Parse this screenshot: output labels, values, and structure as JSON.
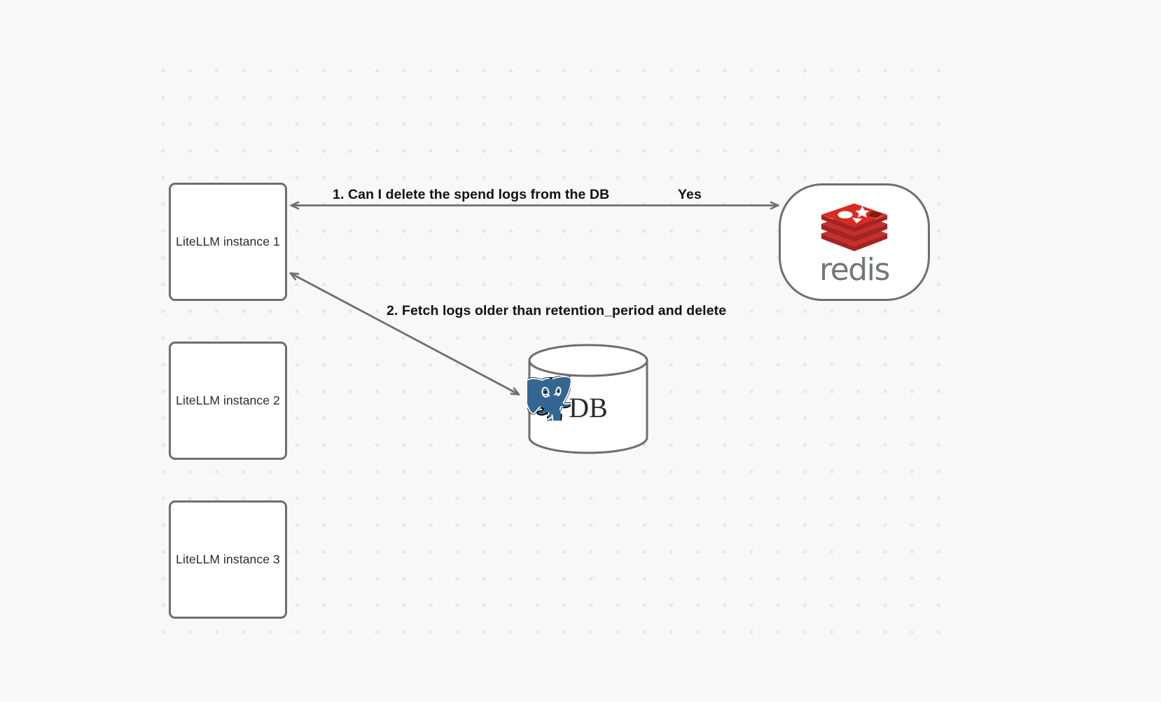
{
  "canvas": {
    "background_color": "#f8f8f9",
    "dot_color": "#e7e8ea"
  },
  "nodes": {
    "instances": [
      {
        "id": "litellm-instance-1",
        "label": "LiteLLM instance 1"
      },
      {
        "id": "litellm-instance-2",
        "label": "LiteLLM instance 2"
      },
      {
        "id": "litellm-instance-3",
        "label": "LiteLLM instance 3"
      }
    ],
    "cache": {
      "id": "redis-node",
      "label": "redis",
      "icon": "redis-logo-icon",
      "brand_color": "#c6302b",
      "wordmark_color": "#73777a"
    },
    "database": {
      "id": "postgres-db-node",
      "label": "DB",
      "icon": "postgresql-elephant-icon",
      "brand_color": "#336791",
      "shape": "cylinder"
    }
  },
  "edges": [
    {
      "id": "edge-instance1-redis",
      "from": "litellm-instance-1",
      "to": "redis-node",
      "label": "1.  Can I delete the spend logs from the DB",
      "reply_label": "Yes",
      "direction": "bidirectional",
      "color": "#6e6e6e"
    },
    {
      "id": "edge-instance1-db",
      "from": "litellm-instance-1",
      "to": "postgres-db-node",
      "label": "2.  Fetch logs older than retention_period and delete",
      "direction": "bidirectional",
      "color": "#6e6e6e"
    }
  ]
}
